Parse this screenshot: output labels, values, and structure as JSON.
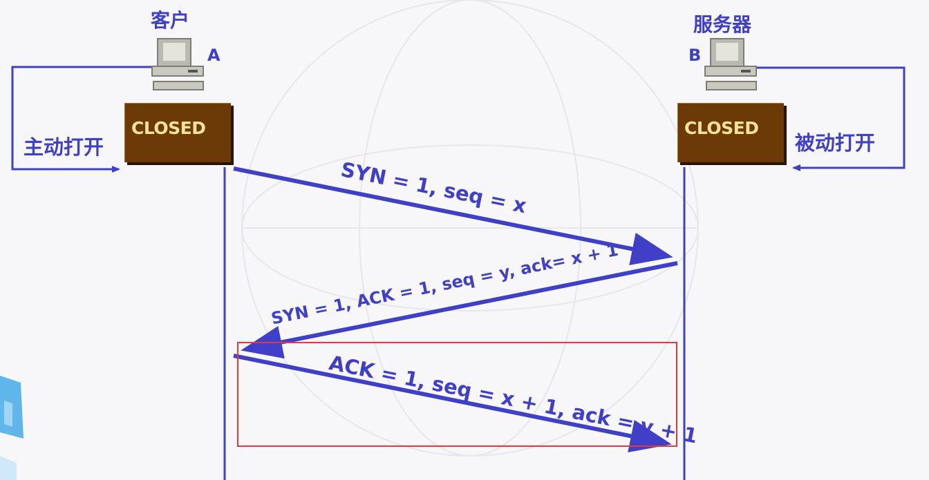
{
  "hosts": {
    "client": {
      "name": "客户",
      "id": "A",
      "state": "CLOSED",
      "open": "主动打开"
    },
    "server": {
      "name": "服务器",
      "id": "B",
      "state": "CLOSED",
      "open": "被动打开"
    }
  },
  "messages": [
    {
      "label": "SYN = 1, seq = x"
    },
    {
      "label": "SYN = 1, ACK = 1, seq = y, ack= x + 1"
    },
    {
      "label": "ACK = 1, seq = x + 1, ack = y + 1"
    }
  ],
  "highlight": {
    "target": "messages.2",
    "color": "#e53935"
  },
  "colors": {
    "arrow": "#3f3fc7",
    "state_box": "#6b3a06",
    "state_text": "#f6e29a"
  }
}
